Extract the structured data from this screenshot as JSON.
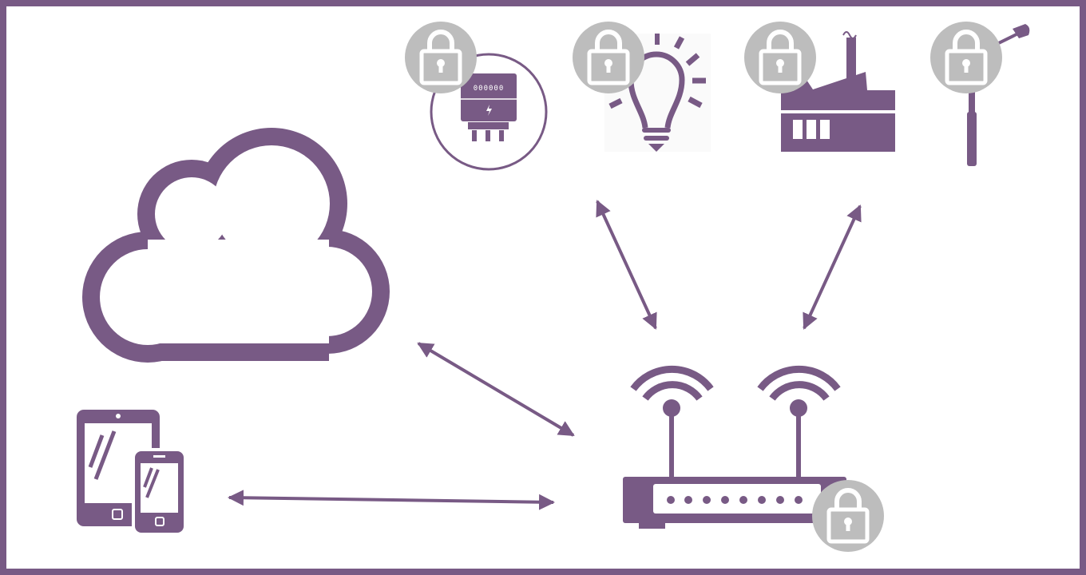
{
  "diagram": {
    "title": "",
    "colors": {
      "primary": "#785a85",
      "lock": "#bdbdbd",
      "background": "#ffffff"
    },
    "nodes": [
      {
        "id": "cloud",
        "icon": "cloud-icon"
      },
      {
        "id": "mobile-devices",
        "icon": "tablet-phone-icon"
      },
      {
        "id": "router",
        "icon": "wifi-router-icon",
        "secured": true
      },
      {
        "id": "smart-meter",
        "icon": "meter-icon",
        "secured": true,
        "digits": "000000"
      },
      {
        "id": "smart-light",
        "icon": "lightbulb-icon",
        "secured": true
      },
      {
        "id": "factory",
        "icon": "factory-icon",
        "secured": true
      },
      {
        "id": "street-light",
        "icon": "street-lamp-icon",
        "secured": true
      }
    ],
    "connections": [
      {
        "from": "cloud",
        "to": "router",
        "direction": "bidirectional"
      },
      {
        "from": "mobile-devices",
        "to": "router",
        "direction": "bidirectional"
      },
      {
        "from": "smart-light",
        "to": "router",
        "direction": "bidirectional"
      },
      {
        "from": "factory",
        "to": "router",
        "direction": "bidirectional"
      }
    ]
  }
}
